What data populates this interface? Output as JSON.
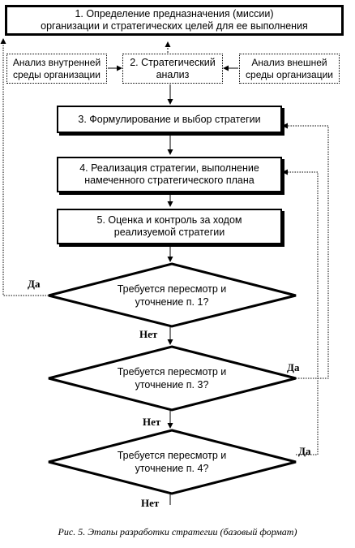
{
  "boxes": {
    "b1": "1. Определение предназначения (миссии)\nорганизации и стратегических целей для ее выполнения",
    "internal": "Анализ внутренней\nсреды организации",
    "b2": "2. Стратегический\nанализ",
    "external": "Анализ внешней\nсреды организации",
    "b3": "3. Формулирование и выбор стратегии",
    "b4": "4. Реализация стратегии, выполнение\nнамеченного стратегического плана",
    "b5": "5. Оценка и контроль за ходом\nреализуемой стратегии"
  },
  "decisions": {
    "d1": "Требуется пересмотр и\nуточнение п. 1?",
    "d2": "Требуется пересмотр и\nуточнение п. 3?",
    "d3": "Требуется пересмотр и\nуточнение п. 4?"
  },
  "labels": {
    "yes1": "Да",
    "no1": "Нет",
    "yes2": "Да",
    "no2": "Нет",
    "yes3": "Да",
    "no3": "Нет"
  },
  "caption": "Рис. 5. Этапы разработки стратегии (базовый формат)"
}
